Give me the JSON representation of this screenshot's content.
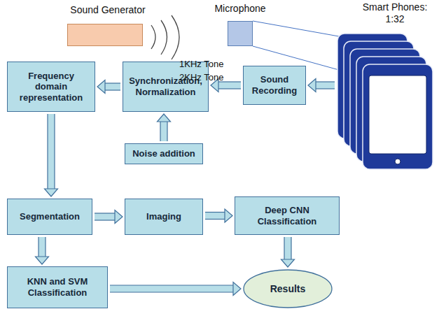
{
  "diagram": {
    "nodes": [
      {
        "text": [
          "Sound Generator"
        ]
      },
      {
        "text": [
          "Microphone"
        ]
      },
      {
        "text": [
          "Smart Phones: 1:32"
        ]
      },
      {
        "text": [
          "Sound Recording"
        ]
      },
      {
        "text": [
          "Synchronization, Normalization"
        ]
      },
      {
        "text": [
          "Frequency domain representation"
        ]
      },
      {
        "text": [
          "Noise addition"
        ]
      },
      {
        "text": [
          "Segmentation"
        ]
      },
      {
        "text": [
          "Imaging"
        ]
      },
      {
        "text": [
          "Deep CNN Classification"
        ]
      },
      {
        "text": [
          "KNN and SVM Classification"
        ]
      },
      {
        "text": [
          "Results"
        ]
      }
    ],
    "edges": [
      {
        "from": 1,
        "to": 2,
        "arrow": "none"
      },
      {
        "from": 2,
        "to": 3,
        "arrow": "to"
      },
      {
        "from": 3,
        "to": 4,
        "arrow": "to"
      },
      {
        "from": 4,
        "to": 5,
        "arrow": "to"
      },
      {
        "from": 6,
        "to": 4,
        "arrow": "to"
      },
      {
        "from": 5,
        "to": 7,
        "arrow": "to"
      },
      {
        "from": 7,
        "to": 8,
        "arrow": "to"
      },
      {
        "from": 8,
        "to": 9,
        "arrow": "to"
      },
      {
        "from": 7,
        "to": 10,
        "arrow": "to"
      },
      {
        "from": 9,
        "to": 11,
        "arrow": "to"
      },
      {
        "from": 10,
        "to": 11,
        "arrow": "to"
      }
    ],
    "labels": [
      "1KHz Tone",
      "2KHz Tone"
    ]
  }
}
